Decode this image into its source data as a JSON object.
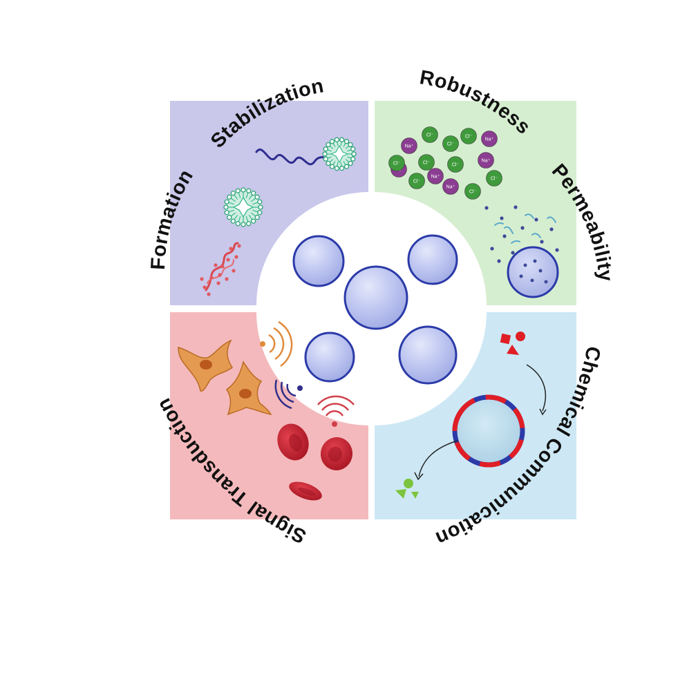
{
  "labels": {
    "formation": "Formation",
    "stabilization": "Stabilization",
    "robustness": "Robustness",
    "permeability": "Permeability",
    "chemical_communication": "Chemical Communication",
    "signal_transduction": "Signal Transduction"
  },
  "ions": {
    "sodium": "Na⁺",
    "chloride": "Cl⁻"
  },
  "colors": {
    "quadrant_top_left": "#c9c7ea",
    "quadrant_top_right": "#d6eed0",
    "quadrant_bottom_right": "#cde8f4",
    "quadrant_bottom_left": "#f4b9bc",
    "vesicle_fill": "#b9c1ee",
    "vesicle_stroke": "#2b3aa8",
    "micelle": "#39b98c",
    "sodium_ion": "#8a3d91",
    "chloride_ion": "#3f9a3c",
    "cell": "#e59a52",
    "red_blood_cell": "#c8202f",
    "signal_wave_orange": "#e08a3a",
    "signal_wave_navy": "#2f2f8a",
    "signal_wave_red": "#d0404a",
    "input_molecule": "#e01e26",
    "output_molecule": "#7cc43e"
  }
}
